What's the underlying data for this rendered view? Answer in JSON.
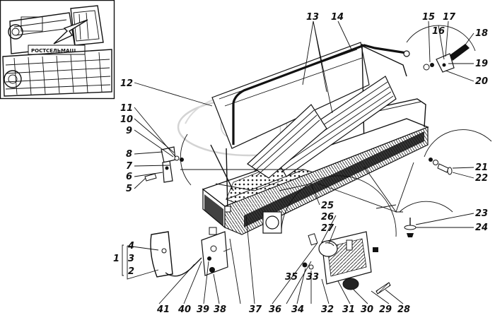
{
  "figure": {
    "inset_sign": "РОСТСЕЛЬМАШ",
    "watermark": "GPT",
    "labels": [
      "1",
      "2",
      "3",
      "4",
      "5",
      "6",
      "7",
      "8",
      "9",
      "10",
      "11",
      "12",
      "13",
      "14",
      "15",
      "16",
      "17",
      "18",
      "19",
      "20",
      "21",
      "22",
      "23",
      "24",
      "25",
      "26",
      "27",
      "28",
      "29",
      "30",
      "31",
      "32",
      "33",
      "34",
      "35",
      "36",
      "37",
      "38",
      "39",
      "40",
      "41"
    ]
  }
}
